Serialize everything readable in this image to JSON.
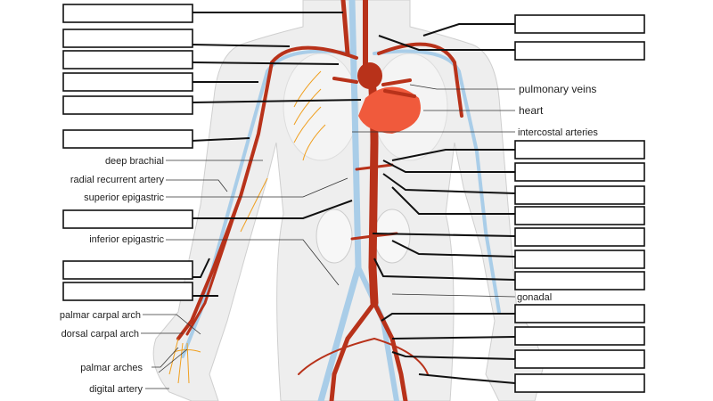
{
  "diagram": {
    "title": "Human circulatory system – arteries (fill-in labels)",
    "left_labels": {
      "deep_brachial": "deep brachial",
      "radial_recurrent": "radial recurrent artery",
      "superior_epigastric": "superior epigastric",
      "inferior_epigastric": "inferior epigastric",
      "palmar_carpal_arch": "palmar carpal arch",
      "dorsal_carpal_arch": "dorsal carpal arch",
      "palmar_arches": "palmar arches",
      "digital_artery": "digital artery"
    },
    "right_labels": {
      "pulmonary_veins": "pulmonary veins",
      "heart": "heart",
      "intercostal_arteries": "intercostal arteries",
      "gonadal": "gonadal"
    },
    "colors": {
      "artery": "#b8321a",
      "heart": "#f05a3c",
      "vein": "#a9cde8",
      "body": "#eeeeee"
    }
  }
}
